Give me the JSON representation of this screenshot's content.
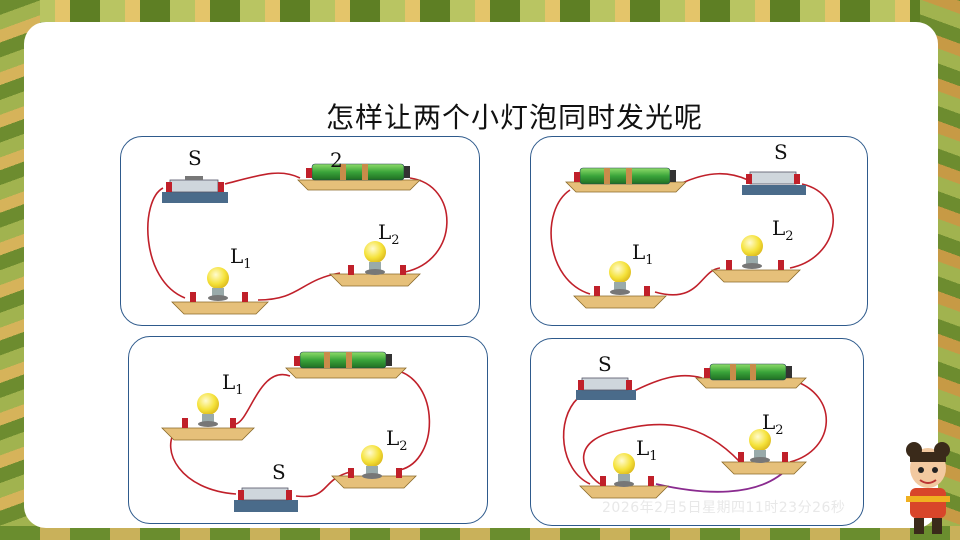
{
  "slide": {
    "title": "怎样让两个小灯泡同时发光呢",
    "timestamp": "2026年2月5日星期四11时23分26秒"
  },
  "labels": {
    "switch": "S",
    "bulb_letter": "L",
    "bulb1_sub": "1",
    "bulb2_sub": "2",
    "battery_mark": "2"
  },
  "circuits": [
    {
      "id": "top-left",
      "components": [
        "switch",
        "battery",
        "bulb-L1",
        "bulb-L2"
      ]
    },
    {
      "id": "top-right",
      "components": [
        "battery",
        "switch",
        "bulb-L1",
        "bulb-L2"
      ]
    },
    {
      "id": "bottom-left",
      "components": [
        "bulb-L1",
        "battery",
        "switch",
        "bulb-L2"
      ]
    },
    {
      "id": "bottom-right",
      "components": [
        "switch",
        "battery",
        "bulb-L1",
        "bulb-L2"
      ]
    }
  ],
  "colors": {
    "panel_border": "#2e5a8c",
    "wire": "#c0202a",
    "wire_purple": "#8a2b8f",
    "battery_green": "#3aa43a",
    "bulb_yellow": "#f5e23a",
    "board": "#e6c07a"
  }
}
